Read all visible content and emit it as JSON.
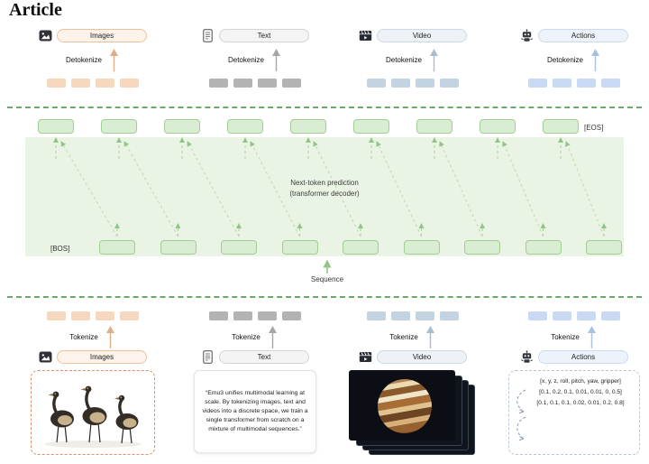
{
  "page": {
    "title": "Article"
  },
  "modality_token_count": 4,
  "colors": {
    "separator_green": "#6aa96a",
    "panel_green": "#eaf4e4",
    "token_green_fill": "#d8edd1",
    "token_green_border": "#a2cd96",
    "images_token": "#f6d8be",
    "text_token": "#b3b3b3",
    "video_token": "#c3d3e2",
    "actions_token": "#c9d9f3",
    "images_pill_border": "#edc29a",
    "images_card_border": "#e2906a",
    "actions_card_border": "#b9c6da"
  },
  "detokenize_row": {
    "groups": [
      {
        "label": "Images",
        "action": "Detokenize",
        "icon": "image-icon"
      },
      {
        "label": "Text",
        "action": "Detokenize",
        "icon": "document-icon"
      },
      {
        "label": "Video",
        "action": "Detokenize",
        "icon": "clapperboard-icon"
      },
      {
        "label": "Actions",
        "action": "Detokenize",
        "icon": "robot-icon"
      }
    ]
  },
  "transformer": {
    "bos_label": "[BOS]",
    "eos_label": "[EOS]",
    "center_label_line1": "Next-token prediction",
    "center_label_line2": "(transformer decoder)",
    "sequence_label": "Sequence",
    "top_token_count": 9,
    "bottom_token_count": 9
  },
  "tokenize_row": {
    "groups": [
      {
        "label": "Images",
        "action": "Tokenize",
        "icon": "image-icon"
      },
      {
        "label": "Text",
        "action": "Tokenize",
        "icon": "document-icon",
        "content_text": "“Emu3 unifies multimodal learning at scale. By tokenizing images, text and videos into a discrete space, we train a single transformer from scratch on a mixture of multimodal sequences.”"
      },
      {
        "label": "Video",
        "action": "Tokenize",
        "icon": "clapperboard-icon"
      },
      {
        "label": "Actions",
        "action": "Tokenize",
        "icon": "robot-icon",
        "header_line": "[x, y, z, roll, pitch, yaw, gripper]",
        "values_1": "[0.1, 0.2, 0.1, 0.01, 0.01, 0, 0.5]",
        "values_2": "[0.1, 0.1, 0.1, 0.02, 0.01, 0.2, 0.8]"
      }
    ]
  }
}
